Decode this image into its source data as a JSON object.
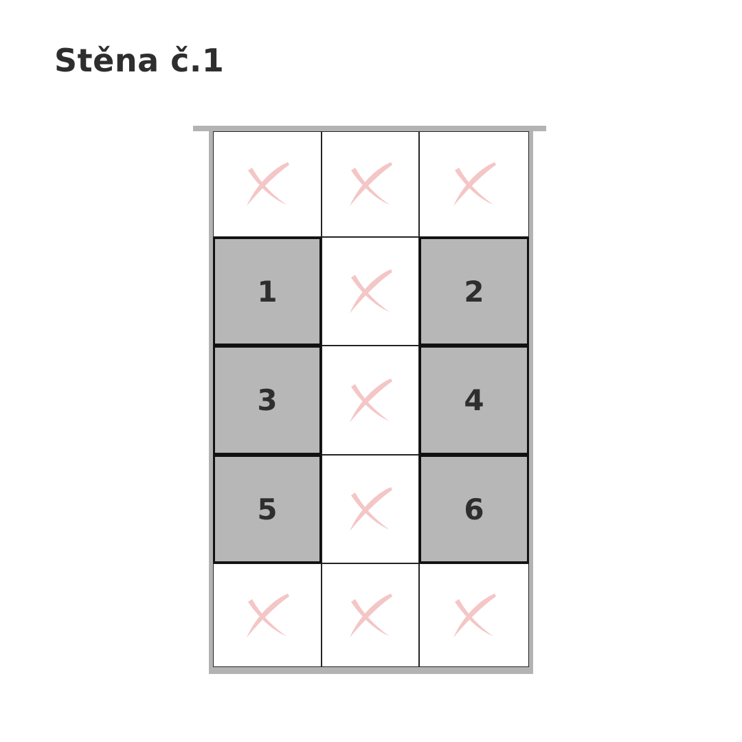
{
  "title": "Stěna č.1",
  "colors": {
    "wall": "#b3b3b3",
    "filled_cell": "#b7b7b7",
    "cross": "#f4c6c6",
    "text": "#2e2e2e"
  },
  "grid": {
    "rows": 5,
    "cols": 3,
    "cells": [
      {
        "type": "empty",
        "icon": "cross-icon"
      },
      {
        "type": "empty",
        "icon": "cross-icon"
      },
      {
        "type": "empty",
        "icon": "cross-icon"
      },
      {
        "type": "filled",
        "label": "1"
      },
      {
        "type": "empty",
        "icon": "cross-icon"
      },
      {
        "type": "filled",
        "label": "2"
      },
      {
        "type": "filled",
        "label": "3"
      },
      {
        "type": "empty",
        "icon": "cross-icon"
      },
      {
        "type": "filled",
        "label": "4"
      },
      {
        "type": "filled",
        "label": "5"
      },
      {
        "type": "empty",
        "icon": "cross-icon"
      },
      {
        "type": "filled",
        "label": "6"
      },
      {
        "type": "empty",
        "icon": "cross-icon"
      },
      {
        "type": "empty",
        "icon": "cross-icon"
      },
      {
        "type": "empty",
        "icon": "cross-icon"
      }
    ]
  }
}
